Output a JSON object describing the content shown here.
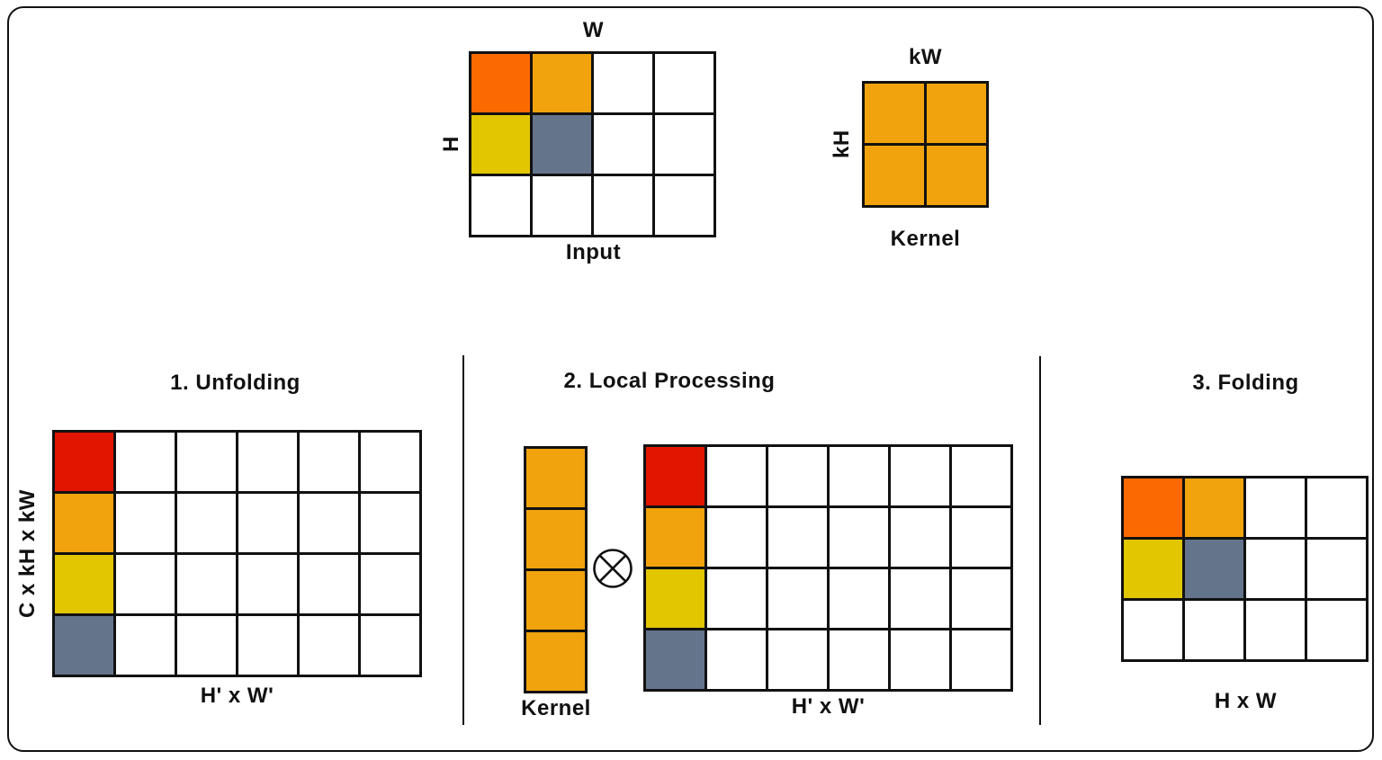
{
  "palette": {
    "orange": "#FB6A00",
    "amber": "#F0A30C",
    "yellow": "#E2C600",
    "slate": "#64748B",
    "red": "#E11600",
    "line": "#111111"
  },
  "input": {
    "top_label": "W",
    "left_label": "H",
    "caption": "Input",
    "grid": {
      "rows": 3,
      "cols": 4,
      "cells": [
        {
          "r": 0,
          "c": 0,
          "color": "orange"
        },
        {
          "r": 0,
          "c": 1,
          "color": "amber"
        },
        {
          "r": 1,
          "c": 0,
          "color": "yellow"
        },
        {
          "r": 1,
          "c": 1,
          "color": "slate"
        }
      ]
    }
  },
  "kernel": {
    "top_label": "kW",
    "left_label": "kH",
    "caption": "Kernel",
    "grid": {
      "rows": 2,
      "cols": 2,
      "fill_all": "amber"
    }
  },
  "steps": {
    "unfolding": {
      "title": "1. Unfolding",
      "left_label": "C x kH x kW",
      "bottom_label": "H' x W'",
      "grid": {
        "rows": 4,
        "cols": 6,
        "cells": [
          {
            "r": 0,
            "c": 0,
            "color": "red"
          },
          {
            "r": 1,
            "c": 0,
            "color": "amber"
          },
          {
            "r": 2,
            "c": 0,
            "color": "yellow"
          },
          {
            "r": 3,
            "c": 0,
            "color": "slate"
          }
        ]
      }
    },
    "local_processing": {
      "title": "2. Local Processing",
      "kernel_caption": "Kernel",
      "operator_icon": "circled-times",
      "bottom_label": "H' x W'",
      "kernel_grid": {
        "rows": 4,
        "cols": 1,
        "fill_all": "amber"
      },
      "grid": {
        "rows": 4,
        "cols": 6,
        "cells": [
          {
            "r": 0,
            "c": 0,
            "color": "red"
          },
          {
            "r": 1,
            "c": 0,
            "color": "amber"
          },
          {
            "r": 2,
            "c": 0,
            "color": "yellow"
          },
          {
            "r": 3,
            "c": 0,
            "color": "slate"
          }
        ]
      }
    },
    "folding": {
      "title": "3. Folding",
      "bottom_label": "H x W",
      "grid": {
        "rows": 3,
        "cols": 4,
        "cells": [
          {
            "r": 0,
            "c": 0,
            "color": "orange"
          },
          {
            "r": 0,
            "c": 1,
            "color": "amber"
          },
          {
            "r": 1,
            "c": 0,
            "color": "yellow"
          },
          {
            "r": 1,
            "c": 1,
            "color": "slate"
          }
        ]
      }
    }
  }
}
